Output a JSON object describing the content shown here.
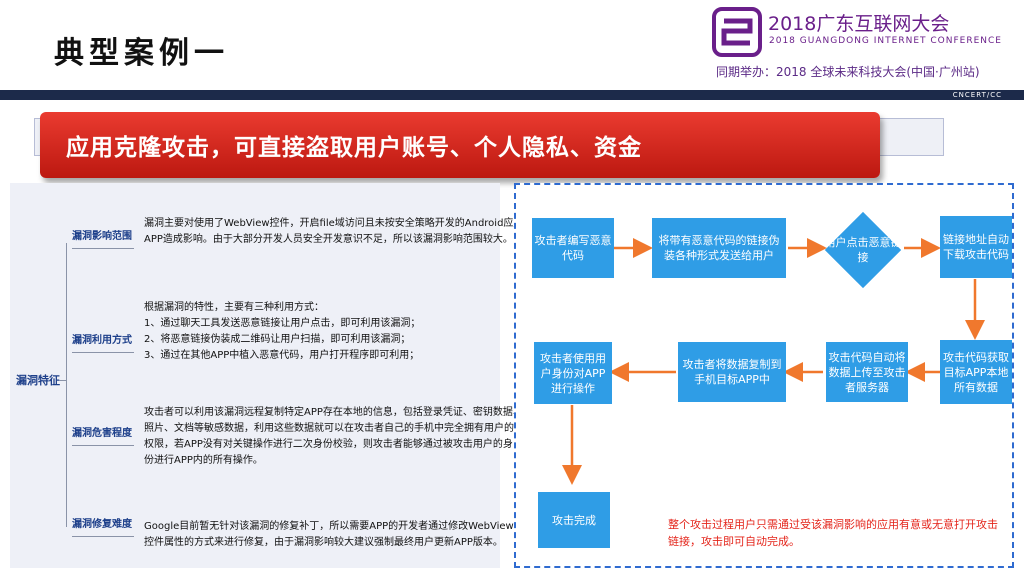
{
  "page_title": "典型案例一",
  "logo": {
    "title": "2018广东互联网大会",
    "subtitle": "2018 GUANGDONG INTERNET CONFERENCE",
    "tagline": "同期举办：2018 全球未来科技大会(中国·广州站)",
    "org": "CNCERT/CC",
    "colors": {
      "primary": "#6a1f8a"
    }
  },
  "banner": {
    "text": "应用克隆攻击，可直接盗取用户账号、个人隐私、资金",
    "color": "#d6261c"
  },
  "features": {
    "group_label": "漏洞特征",
    "items": [
      {
        "label": "漏洞影响范围",
        "lines": [
          "漏洞主要对使用了WebView控件，开启file域访问且未按安全策略开发的Android应用",
          "APP造成影响。由于大部分开发人员安全开发意识不足，所以该漏洞影响范围较大。"
        ]
      },
      {
        "label": "漏洞利用方式",
        "lines": [
          "根据漏洞的特性，主要有三种利用方式：",
          "1、通过聊天工具发送恶意链接让用户点击，即可利用该漏洞；",
          "2、将恶意链接伪装成二维码让用户扫描，即可利用该漏洞；",
          "3、通过在其他APP中植入恶意代码，用户打开程序即可利用；"
        ]
      },
      {
        "label": "漏洞危害程度",
        "lines": [
          "攻击者可以利用该漏洞远程复制特定APP存在本地的信息，包括登录凭证、密钥数据、",
          "照片、文档等敏感数据，利用这些数据就可以在攻击者自己的手机中完全拥有用户的",
          "权限，若APP没有对关键操作进行二次身份校验，则攻击者能够通过被攻击用户的身",
          "份进行APP内的所有操作。"
        ]
      },
      {
        "label": "漏洞修复难度",
        "lines": [
          "Google目前暂无针对该漏洞的修复补丁，所以需要APP的开发者通过修改WebView",
          "控件属性的方式来进行修复，由于漏洞影响较大建议强制最终用户更新APP版本。"
        ]
      }
    ]
  },
  "flow": {
    "accent_color": "#2f9de6",
    "arrow_color": "#f0782d",
    "steps": {
      "s1": "攻击者编写恶意代码",
      "s2": "将带有恶意代码的链接伪装各种形式发送给用户",
      "decision": "用户点击恶意链接",
      "s4": "链接地址自动下载攻击代码",
      "s5": "攻击代码获取目标APP本地所有数据",
      "s6": "攻击代码自动将数据上传至攻击者服务器",
      "s7": "攻击者将数据复制到手机目标APP中",
      "s8": "攻击者使用用户身份对APP进行操作",
      "s9": "攻击完成"
    },
    "note_lines": [
      "整个攻击过程用户只需通过受该漏洞影响的应用有意或无意打开攻击",
      "链接，攻击即可自动完成。"
    ]
  }
}
